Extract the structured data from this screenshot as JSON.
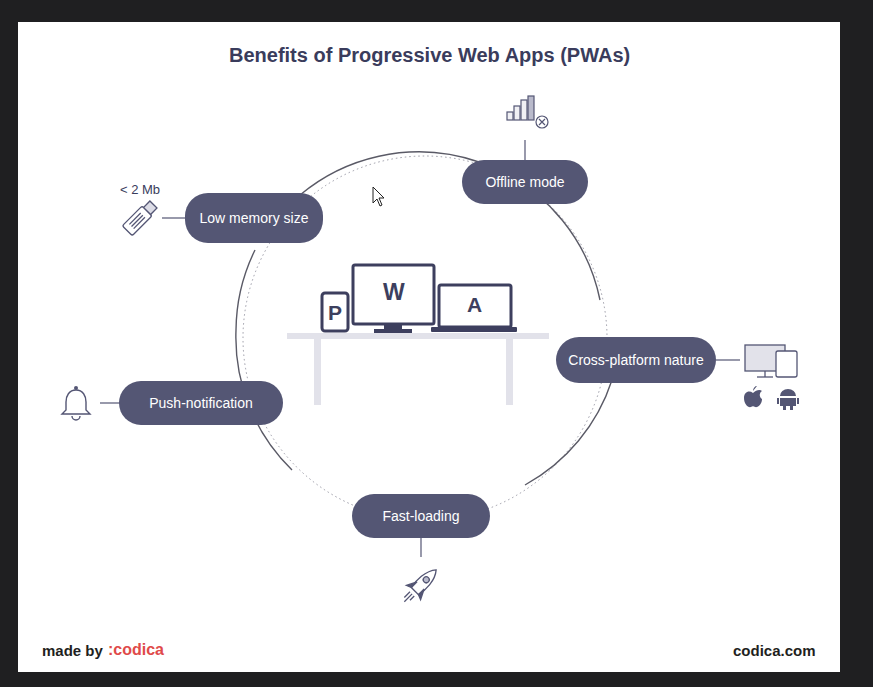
{
  "diagram": {
    "title": "Benefits of Progressive Web Apps (PWAs)",
    "nodes": [
      {
        "text": [
          "Offline mode"
        ]
      },
      {
        "text": [
          "Low memory size"
        ]
      },
      {
        "text": [
          "Cross-platform nature"
        ]
      },
      {
        "text": [
          "Push-notification"
        ]
      },
      {
        "text": [
          "Fast-loading"
        ]
      }
    ],
    "labels": [
      "< 2 Mb",
      "P",
      "W",
      "A",
      "made by",
      ":codica",
      "codica.com"
    ]
  }
}
